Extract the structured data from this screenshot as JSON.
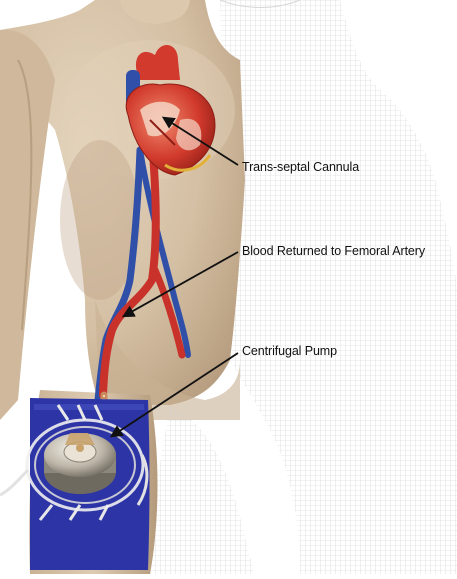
{
  "labels": {
    "cannula": "Trans-septal Cannula",
    "artery": "Blood Returned to Femoral Artery",
    "pump": "Centrifugal Pump"
  },
  "colors": {
    "skin": "#d9c6ad",
    "skin_shadow": "#b89f82",
    "artery_red": "#c8322a",
    "vein_blue": "#2f4fa8",
    "heart_red": "#d13a2c",
    "thigh_wrap": "#2d35a6",
    "pump_grey": "#b9b4a8",
    "grid": "#c9c9c9"
  }
}
